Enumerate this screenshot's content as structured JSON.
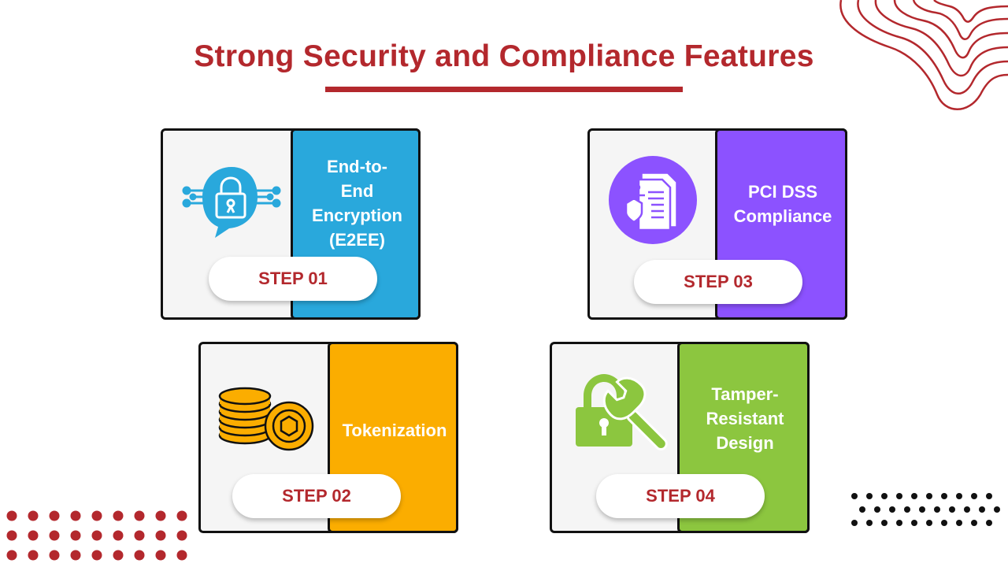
{
  "header": {
    "title": "Strong Security and Compliance Features"
  },
  "colors": {
    "accent": "#b3282d",
    "step1": "#29a8dc",
    "step2": "#fbad00",
    "step3": "#8c52ff",
    "step4": "#8cc63f"
  },
  "cards": [
    {
      "step": "STEP 01",
      "title": "End-to-End Encryption (E2EE)",
      "title_lines": [
        "End-to-",
        "End",
        "Encryption",
        "(E2EE)"
      ],
      "icon": "encryption-lock-icon"
    },
    {
      "step": "STEP 02",
      "title": "Tokenization",
      "title_lines": [
        "Tokenization"
      ],
      "icon": "coins-token-icon"
    },
    {
      "step": "STEP 03",
      "title": "PCI DSS Compliance",
      "title_lines": [
        "PCI DSS",
        "Compliance"
      ],
      "icon": "compliance-document-icon"
    },
    {
      "step": "STEP 04",
      "title": "Tamper-Resistant Design",
      "title_lines": [
        "Tamper-",
        "Resistant",
        "Design"
      ],
      "icon": "lock-wrench-icon"
    }
  ]
}
